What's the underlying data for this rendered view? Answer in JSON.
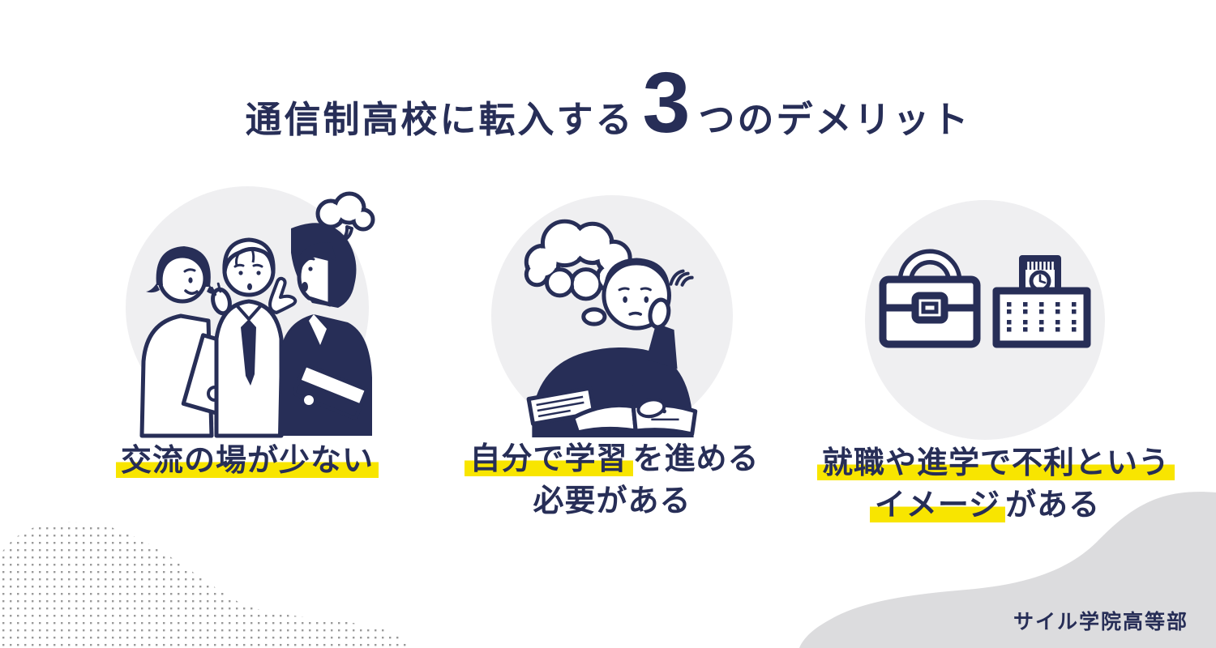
{
  "title": {
    "prefix": "通信制高校に転入する",
    "number": "3",
    "suffix": "つのデメリット"
  },
  "items": [
    {
      "illustration": "people-discussion-illustration",
      "caption_lines": [
        [
          {
            "text": "交流の場が少ない",
            "highlighted": true
          }
        ]
      ]
    },
    {
      "illustration": "thinking-student-illustration",
      "caption_lines": [
        [
          {
            "text": "自分で学習",
            "highlighted": true
          },
          {
            "text": "を進める",
            "highlighted": false
          }
        ],
        [
          {
            "text": "必要がある",
            "highlighted": false
          }
        ]
      ]
    },
    {
      "illustration": "briefcase-and-school-icons",
      "caption_lines": [
        [
          {
            "text": "就職や進学で不利という",
            "highlighted": true
          }
        ],
        [
          {
            "text": "イメージ",
            "highlighted": true
          },
          {
            "text": "がある",
            "highlighted": false
          }
        ]
      ]
    }
  ],
  "footer": {
    "brand": "サイル学院高等部"
  },
  "colors": {
    "navy": "#272e57",
    "highlight_yellow": "#f8e500",
    "circle_gray": "#efeff1",
    "blob_gray": "#dcdcde",
    "dot_gray": "#9a9a9a",
    "bg": "#ffffff"
  }
}
